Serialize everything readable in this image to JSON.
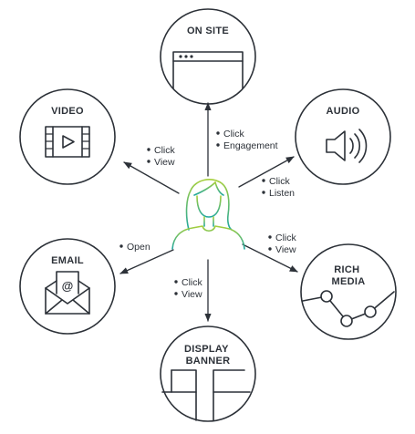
{
  "center": {
    "icon": "person-icon",
    "gradient": [
      "#a6cf3b",
      "#1fa7a0"
    ]
  },
  "channels": {
    "on_site": {
      "icon": "browser-window-icon",
      "title_lines": [
        "ON SITE"
      ],
      "actions": [
        "Click",
        "Engagement"
      ]
    },
    "audio": {
      "icon": "speaker-icon",
      "title_lines": [
        "AUDIO"
      ],
      "actions": [
        "Click",
        "Listen"
      ]
    },
    "rich_media": {
      "icon": "line-chart-icon",
      "title_lines": [
        "RICH",
        "MEDIA"
      ],
      "actions": [
        "Click",
        "View"
      ]
    },
    "display_banner": {
      "icon": "banner-layout-icon",
      "title_lines": [
        "DISPLAY",
        "BANNER"
      ],
      "actions": [
        "Click",
        "View"
      ]
    },
    "email": {
      "icon": "email-envelope-icon",
      "title_lines": [
        "EMAIL"
      ],
      "actions": [
        "Open"
      ]
    },
    "video": {
      "icon": "video-film-icon",
      "title_lines": [
        "VIDEO"
      ],
      "actions": [
        "Click",
        "View"
      ]
    }
  }
}
